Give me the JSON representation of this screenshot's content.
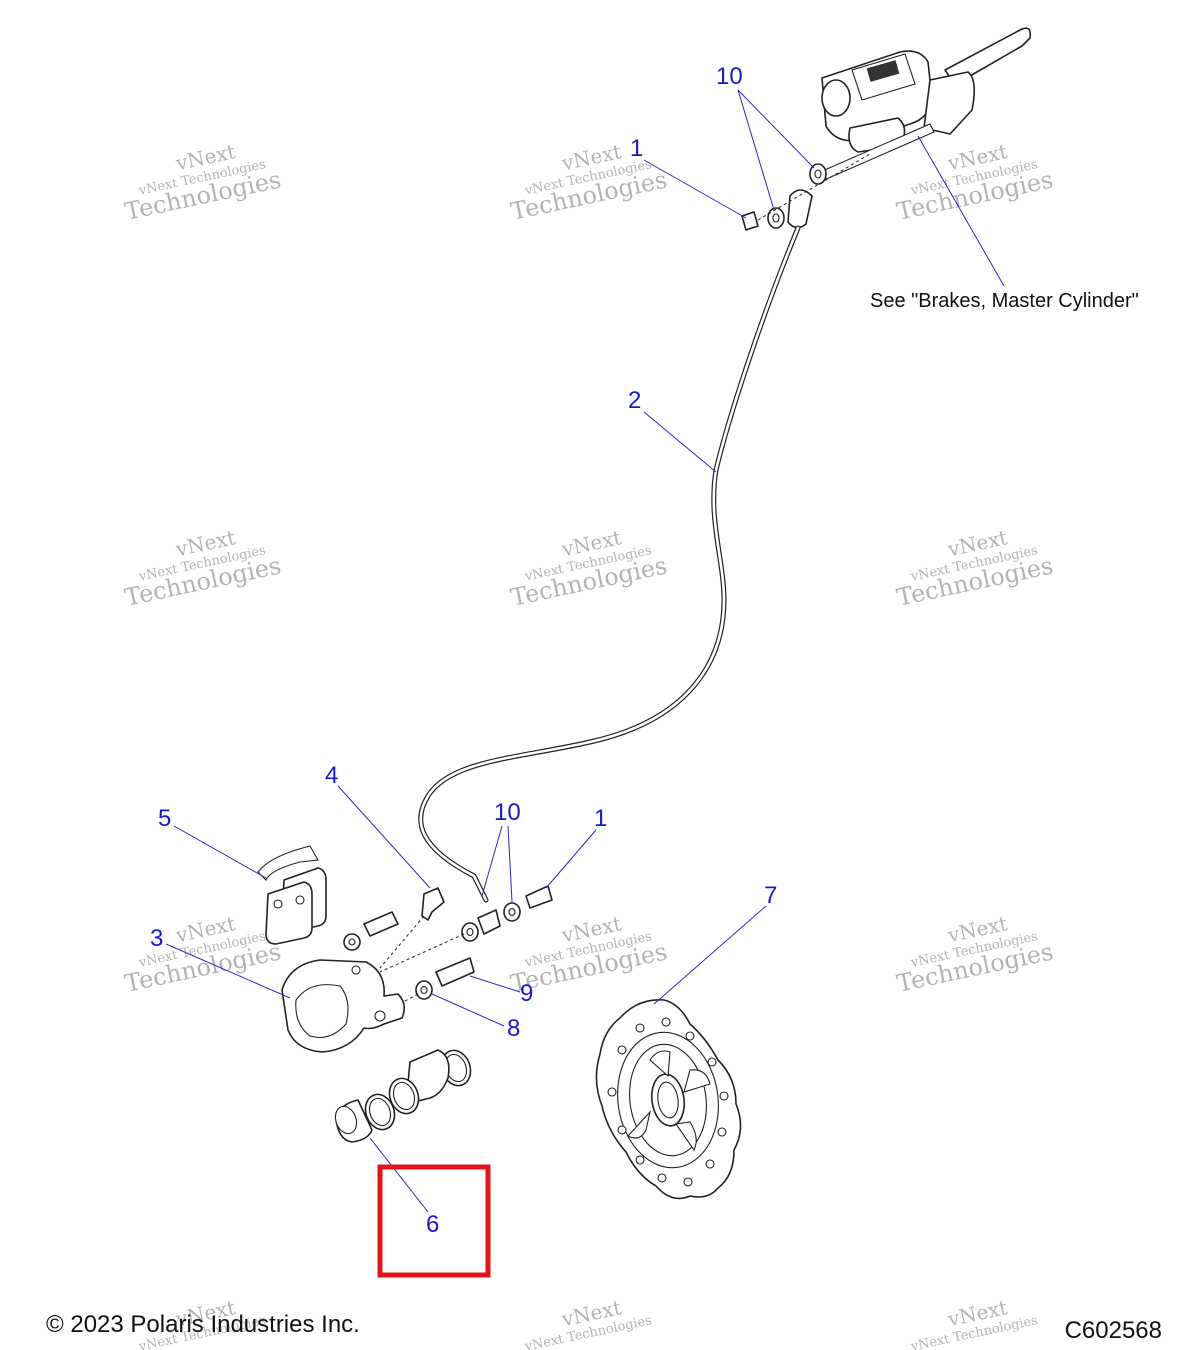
{
  "callouts": [
    {
      "id": "c10-top",
      "label": "10"
    },
    {
      "id": "c1-top",
      "label": "1"
    },
    {
      "id": "c2",
      "label": "2"
    },
    {
      "id": "c4",
      "label": "4"
    },
    {
      "id": "c5",
      "label": "5"
    },
    {
      "id": "c10-bottom",
      "label": "10"
    },
    {
      "id": "c1-bottom",
      "label": "1"
    },
    {
      "id": "c7",
      "label": "7"
    },
    {
      "id": "c3",
      "label": "3"
    },
    {
      "id": "c9",
      "label": "9"
    },
    {
      "id": "c8",
      "label": "8"
    },
    {
      "id": "c6",
      "label": "6"
    }
  ],
  "note": "See \"Brakes, Master Cylinder\"",
  "watermark": {
    "line1": "vNext",
    "line2": "vNext Technologies",
    "line3": "Technologies"
  },
  "footer": {
    "copyright": "© 2023 Polaris Industries Inc.",
    "code": "C602568"
  },
  "colors": {
    "callout": "#1a1acc",
    "highlight": "#e0141a",
    "watermark": "#9a9a9a"
  }
}
